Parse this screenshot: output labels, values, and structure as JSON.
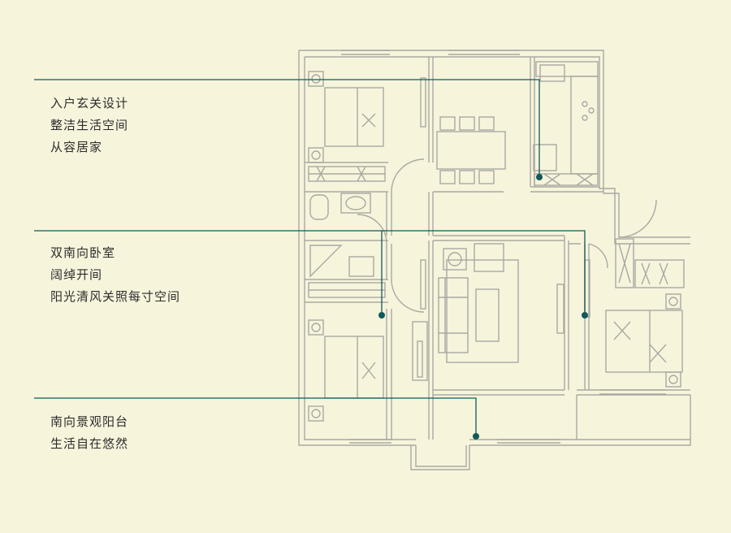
{
  "theme": {
    "background": "#f7f4dc",
    "wall": "#a9a9a2",
    "furniture": "#8c8c86",
    "accent_line": "#0f5a5a"
  },
  "annotations": [
    {
      "id": "entrance",
      "lines": [
        "入户玄关设计",
        "整洁生活空间",
        "从容居家"
      ]
    },
    {
      "id": "bedrooms",
      "lines": [
        "双南向卧室",
        "阔绰开间",
        "阳光清风关照每寸空间"
      ]
    },
    {
      "id": "balcony",
      "lines": [
        "南向景观阳台",
        "生活自在悠然"
      ]
    }
  ]
}
